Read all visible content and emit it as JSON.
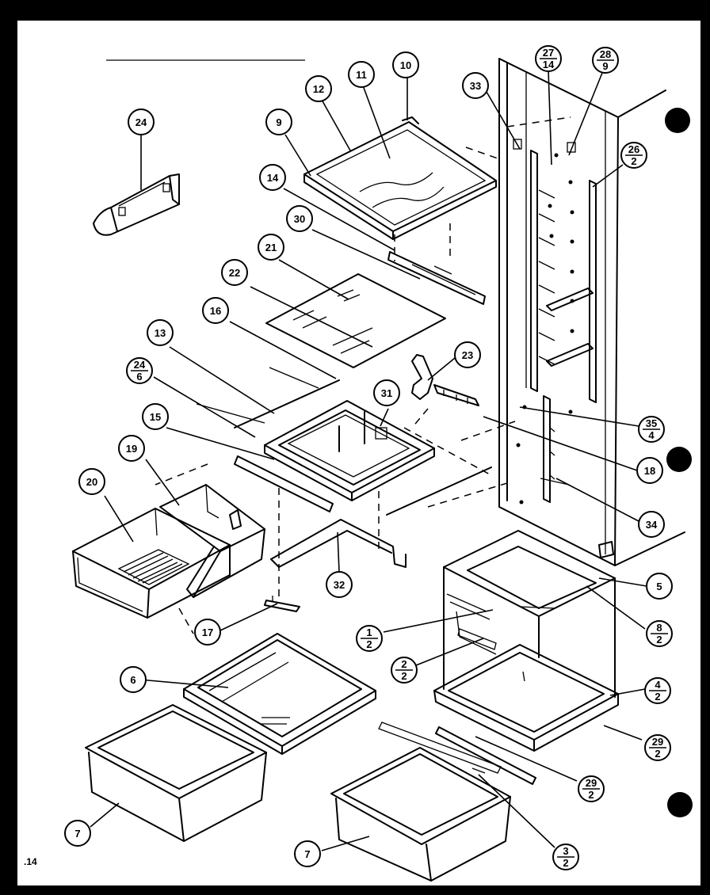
{
  "page_number": ".14",
  "callouts": [
    {
      "id": "c1",
      "top": "24",
      "bottom": ""
    },
    {
      "id": "c2",
      "top": "12",
      "bottom": ""
    },
    {
      "id": "c3",
      "top": "11",
      "bottom": ""
    },
    {
      "id": "c4",
      "top": "10",
      "bottom": ""
    },
    {
      "id": "c5",
      "top": "9",
      "bottom": ""
    },
    {
      "id": "c6",
      "top": "14",
      "bottom": ""
    },
    {
      "id": "c7",
      "top": "30",
      "bottom": ""
    },
    {
      "id": "c8",
      "top": "21",
      "bottom": ""
    },
    {
      "id": "c9",
      "top": "22",
      "bottom": ""
    },
    {
      "id": "c10",
      "top": "16",
      "bottom": ""
    },
    {
      "id": "c11",
      "top": "13",
      "bottom": ""
    },
    {
      "id": "c12",
      "top": "24",
      "bottom": "6"
    },
    {
      "id": "c13",
      "top": "15",
      "bottom": ""
    },
    {
      "id": "c14",
      "top": "19",
      "bottom": ""
    },
    {
      "id": "c15",
      "top": "20",
      "bottom": ""
    },
    {
      "id": "c16",
      "top": "31",
      "bottom": ""
    },
    {
      "id": "c17",
      "top": "23",
      "bottom": ""
    },
    {
      "id": "c18",
      "top": "33",
      "bottom": ""
    },
    {
      "id": "c19",
      "top": "27",
      "bottom": "14"
    },
    {
      "id": "c20",
      "top": "28",
      "bottom": "9"
    },
    {
      "id": "c21",
      "top": "26",
      "bottom": "2"
    },
    {
      "id": "c22",
      "top": "35",
      "bottom": "4"
    },
    {
      "id": "c23",
      "top": "18",
      "bottom": ""
    },
    {
      "id": "c24",
      "top": "34",
      "bottom": ""
    },
    {
      "id": "c25",
      "top": "32",
      "bottom": ""
    },
    {
      "id": "c26",
      "top": "17",
      "bottom": ""
    },
    {
      "id": "c27",
      "top": "5",
      "bottom": ""
    },
    {
      "id": "c28",
      "top": "8",
      "bottom": "2"
    },
    {
      "id": "c29",
      "top": "1",
      "bottom": "2"
    },
    {
      "id": "c30",
      "top": "2",
      "bottom": "2"
    },
    {
      "id": "c31",
      "top": "4",
      "bottom": "2"
    },
    {
      "id": "c32",
      "top": "29",
      "bottom": "2"
    },
    {
      "id": "c33",
      "top": "6",
      "bottom": ""
    },
    {
      "id": "c34",
      "top": "7",
      "bottom": ""
    },
    {
      "id": "c35",
      "top": "7",
      "bottom": ""
    },
    {
      "id": "c36",
      "top": "29",
      "bottom": "2"
    },
    {
      "id": "c37",
      "top": "3",
      "bottom": "2"
    }
  ]
}
